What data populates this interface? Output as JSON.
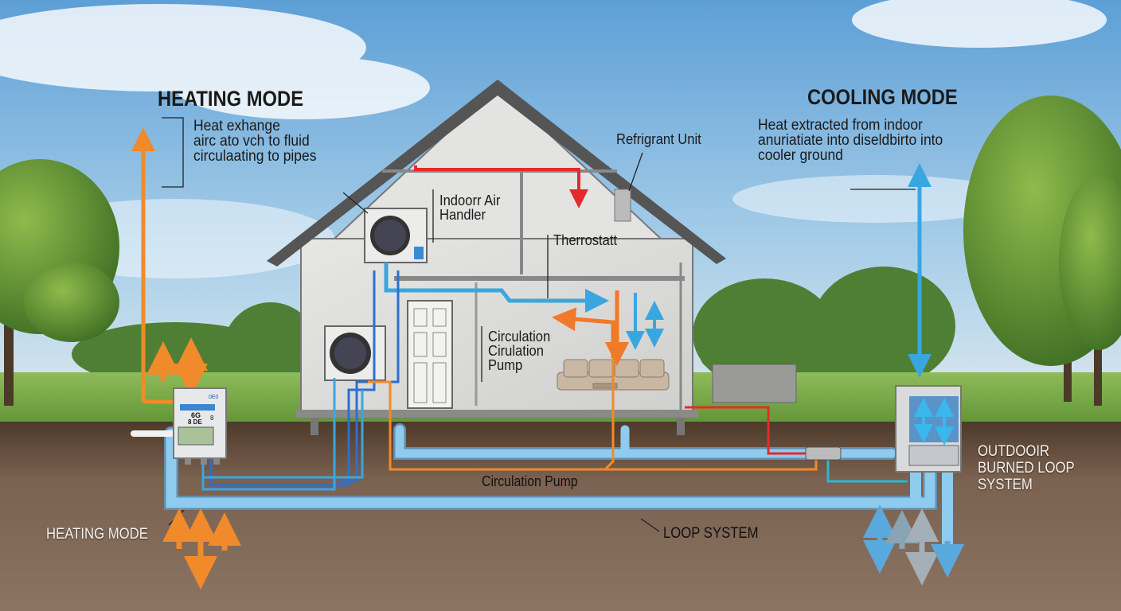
{
  "heating": {
    "title": "HEATING MODE",
    "desc": [
      "Heat exhange",
      "airc ato vch to fluid",
      "circulaating to pipes"
    ],
    "bottom_label": "HEATING MODE"
  },
  "cooling": {
    "title": "COOLING MODE",
    "desc": [
      "Heat extracted from indoor",
      "anuriatiate into diseldbirto into",
      "cooler ground"
    ]
  },
  "labels": {
    "refrigerant_unit": "Refrigrant Unit",
    "indoor_air_handler": [
      "Indoorr Air",
      "Handler"
    ],
    "thermostat": "Therrostatt",
    "circulation_pump_room": [
      "Circulation",
      "Cirulation",
      "Pump"
    ],
    "circulation_pump": "Circulation Pump",
    "loop_system": "LOOP SYSTEM",
    "outdoor_loop": [
      "OUTDOOIR",
      "BURNED LOOP",
      "SYSTEM"
    ]
  },
  "controller": {
    "brand": "0E0",
    "display": "6G",
    "readout": "8 DE",
    "side_digit": "8"
  },
  "colors": {
    "heat": "#f08a2a",
    "hot": "#e52a2a",
    "cool": "#3aa6e0",
    "pipe": "#7fc3ea"
  }
}
